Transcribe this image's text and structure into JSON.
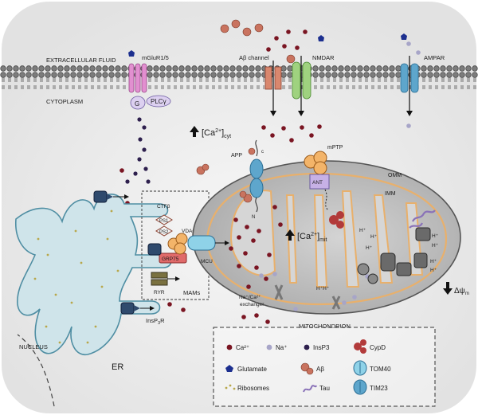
{
  "membrane": {
    "extracellular": "EXTRACELLULAR FLUID",
    "cytoplasm": "CYTOPLASM"
  },
  "receptors": {
    "mglur": "mGluR1/5",
    "g_protein": "G",
    "plc": "PLCγ",
    "abeta_channel": "Aβ channel",
    "nmdar": "NMDAR",
    "ampar": "AMPAR"
  },
  "cyt_ca": {
    "prefix": "[Ca",
    "sup": "2+",
    "suffix": "]",
    "sub": "cyt"
  },
  "mit_ca": {
    "prefix": "[Ca",
    "sup": "2+",
    "suffix": "]",
    "sub": "mit"
  },
  "mito": {
    "app": "APP",
    "c_term": "c",
    "n_term": "N",
    "mptp": "mPTP",
    "ant": "ANT",
    "omm": "OMM",
    "imm": "IMM",
    "vdac": "VDAC",
    "mcu": "MCU",
    "exchanger_line1": "Na⁺/Ca²⁺",
    "exchanger_line2": "exchanger",
    "mitochondrion": "MITOCHONDRION",
    "h_plus": "H⁺",
    "h_plus_pair": "H⁺H⁺",
    "delta_psi": "Δψ",
    "delta_psi_sub": "m"
  },
  "mams": {
    "ctf": "CTFβ",
    "ps1": "PS1",
    "ps2": "PS2",
    "grp75": "GRP75",
    "ryr": "RYR",
    "mams": "MAMs"
  },
  "er": {
    "label": "ER",
    "insp3r": "InsP",
    "insp3r_sub": "3",
    "insp3r_suffix": "R",
    "nucleus": "NUCLEUS"
  },
  "legend": {
    "ca": "Ca²⁺",
    "na": "Na⁺",
    "insp3": "InsP3",
    "cypd": "CypD",
    "glutamate": "Glutamate",
    "abeta": "Aβ",
    "tom40": "TOM40",
    "ribosomes": "Ribosomes",
    "tau": "Tau",
    "tim23": "TIM23"
  },
  "colors": {
    "ca": "#7a1522",
    "na": "#a7a5c8",
    "insp3": "#2d1f4d",
    "glutamate": "#1c2f8f",
    "abeta": "#c9735f",
    "cypd": "#b23a3a",
    "channel_blue": "#2f4a6d",
    "mito_fill": "#bdbdbd",
    "er_fill": "#cfe4ea"
  }
}
